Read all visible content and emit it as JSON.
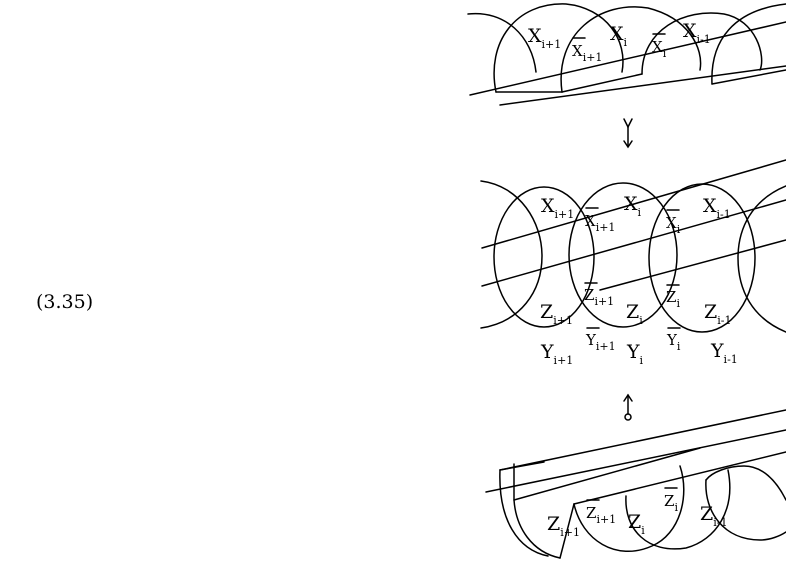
{
  "equation": {
    "number": "(3.35)"
  },
  "top_diagram": {
    "labels": [
      {
        "id": "X_i+1",
        "base": "X",
        "sub": "i+1",
        "bar": false
      },
      {
        "id": "Xbar_i+1",
        "base": "X",
        "sub": "i+1",
        "bar": true
      },
      {
        "id": "X_i",
        "base": "X",
        "sub": "i",
        "bar": false
      },
      {
        "id": "Xbar_i",
        "base": "X",
        "sub": "i",
        "bar": true
      },
      {
        "id": "X_i-1",
        "base": "X",
        "sub": "i-1",
        "bar": false
      }
    ]
  },
  "middle_diagram": {
    "labels": [
      {
        "id": "X_i+1",
        "base": "X",
        "sub": "i+1",
        "bar": false
      },
      {
        "id": "Xbar_i+1",
        "base": "X",
        "sub": "i+1",
        "bar": true
      },
      {
        "id": "X_i",
        "base": "X",
        "sub": "i",
        "bar": false
      },
      {
        "id": "Xbar_i",
        "base": "X",
        "sub": "i",
        "bar": true
      },
      {
        "id": "X_i-1",
        "base": "X",
        "sub": "i-1",
        "bar": false
      },
      {
        "id": "Zbar_i+1",
        "base": "Z",
        "sub": "i+1",
        "bar": true
      },
      {
        "id": "Zbar_i",
        "base": "Z",
        "sub": "i",
        "bar": true
      },
      {
        "id": "Z_i+1",
        "base": "Z",
        "sub": "i+1",
        "bar": false
      },
      {
        "id": "Z_i",
        "base": "Z",
        "sub": "i",
        "bar": false
      },
      {
        "id": "Z_i-1",
        "base": "Z",
        "sub": "i-1",
        "bar": false
      },
      {
        "id": "Ybar_i+1",
        "base": "Y",
        "sub": "i+1",
        "bar": true
      },
      {
        "id": "Ybar_i",
        "base": "Y",
        "sub": "i",
        "bar": true
      },
      {
        "id": "Y_i+1",
        "base": "Y",
        "sub": "i+1",
        "bar": false
      },
      {
        "id": "Y_i",
        "base": "Y",
        "sub": "i",
        "bar": false
      },
      {
        "id": "Y_i-1",
        "base": "Y",
        "sub": "i-1",
        "bar": false
      }
    ]
  },
  "bottom_diagram": {
    "labels": [
      {
        "id": "Zbar_i+1",
        "base": "Z",
        "sub": "i+1",
        "bar": true
      },
      {
        "id": "Zbar_i",
        "base": "Z",
        "sub": "i",
        "bar": true
      },
      {
        "id": "Z_i+1",
        "base": "Z",
        "sub": "i+1",
        "bar": false
      },
      {
        "id": "Z_i",
        "base": "Z",
        "sub": "i",
        "bar": false
      },
      {
        "id": "Z_i-1",
        "base": "Z",
        "sub": "i-1",
        "bar": false
      }
    ]
  },
  "arrows": {
    "upper": {
      "icon": "fork-arrow-down-icon"
    },
    "lower": {
      "icon": "circle-arrow-up-icon"
    }
  }
}
